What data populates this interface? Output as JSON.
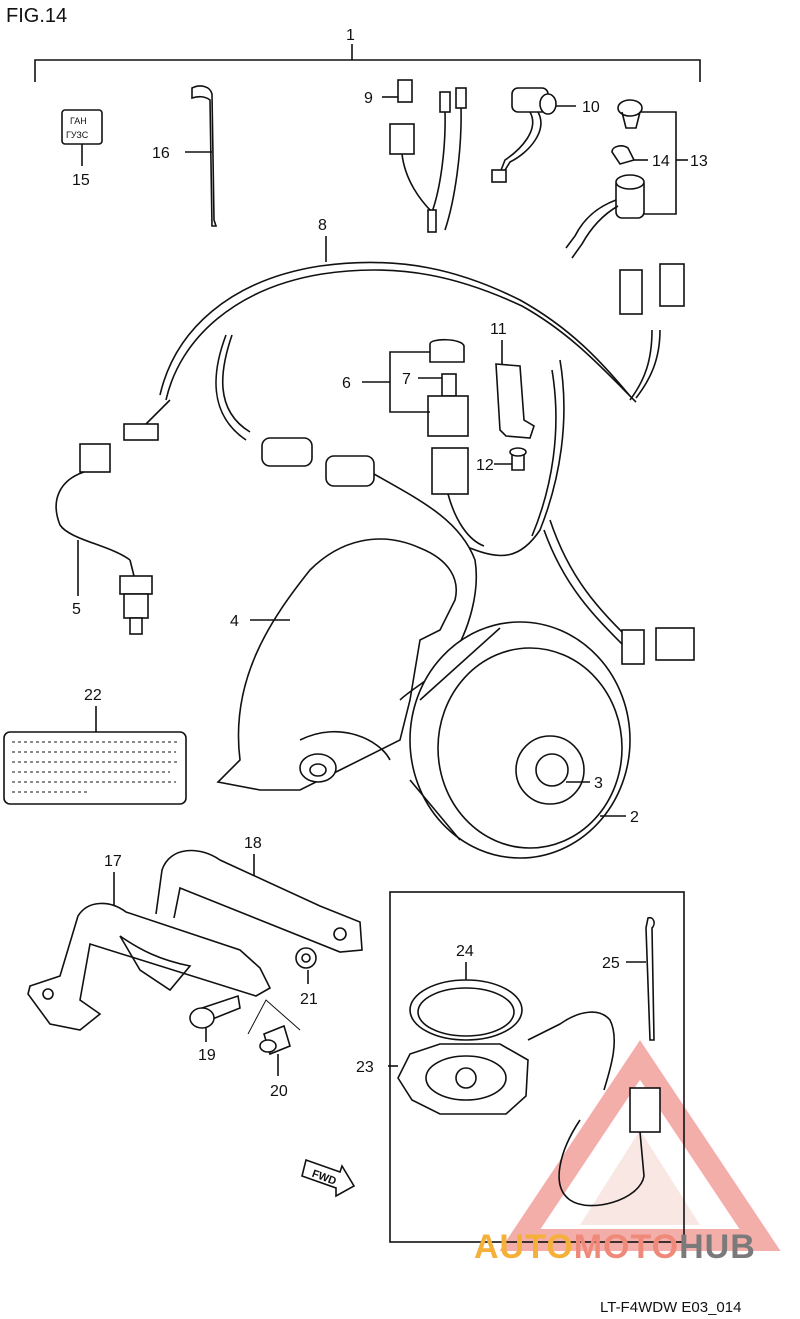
{
  "figure": {
    "title": "FIG.14",
    "code": "LT-F4WDW E03_014"
  },
  "watermark": {
    "brand_part1": "AUTO",
    "brand_part2": "MOTO",
    "brand_part3": "HUB",
    "color_part1": "#f5b03a",
    "color_part2": "#ef8a7a",
    "color_part3": "#7a7a7a",
    "triangle_color": "#e63a2e"
  },
  "callouts": {
    "p1": "1",
    "p2": "2",
    "p3": "3",
    "p4": "4",
    "p5": "5",
    "p6": "6",
    "p7": "7",
    "p8": "8",
    "p9": "9",
    "p10": "10",
    "p11": "11",
    "p12": "12",
    "p13": "13",
    "p14": "14",
    "p15": "15",
    "p16": "16",
    "p17": "17",
    "p18": "18",
    "p19": "19",
    "p20": "20",
    "p21": "21",
    "p22": "22",
    "p23": "23",
    "p24": "24",
    "p25": "25"
  },
  "label15_line1": "ГАН",
  "label15_line2": "ГУЗС",
  "fwd_label": "FWD"
}
